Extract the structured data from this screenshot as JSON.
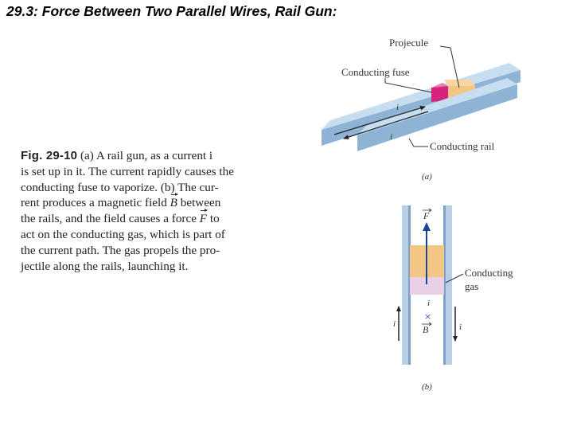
{
  "slide": {
    "title": "29.3: Force Between Two Parallel Wires, Rail Gun:"
  },
  "caption": {
    "figure_label": "Fig. 29-10",
    "line1_rest": " (a) A rail gun, as a current i",
    "line2": "is set up in it. The current rapidly causes the",
    "line3": "conducting fuse to vaporize. (b) The cur-",
    "line4": "rent produces a magnetic field",
    "field_symbol": "B",
    "line4_end": " between",
    "line5": "the rails, and the field causes a force",
    "force_symbol": "F",
    "line5_end": " to",
    "line6": "act on the conducting gas, which is part of",
    "line7": "the current path. The gas propels the pro-",
    "line8": "jectile along the rails, launching it."
  },
  "figure_a": {
    "projectile_label": "Projecule",
    "fuse_label": "Conducting fuse",
    "rail_label": "Conducting rail",
    "current_symbol": "i",
    "panel_label": "(a)"
  },
  "figure_b": {
    "force_symbol": "F",
    "gas_label_line1": "Conducting",
    "gas_label_line2": "gas",
    "current_symbol": "i",
    "field_into_page": "×",
    "field_symbol": "B",
    "panel_label": "(b)"
  },
  "colors": {
    "rail_top": "#c7ddf0",
    "rail_side": "#8fb3d4",
    "projectile": "#f3c683",
    "fuse": "#d6247e",
    "force_arrow": "#1f3f9a",
    "gas": "#ead0e6"
  }
}
